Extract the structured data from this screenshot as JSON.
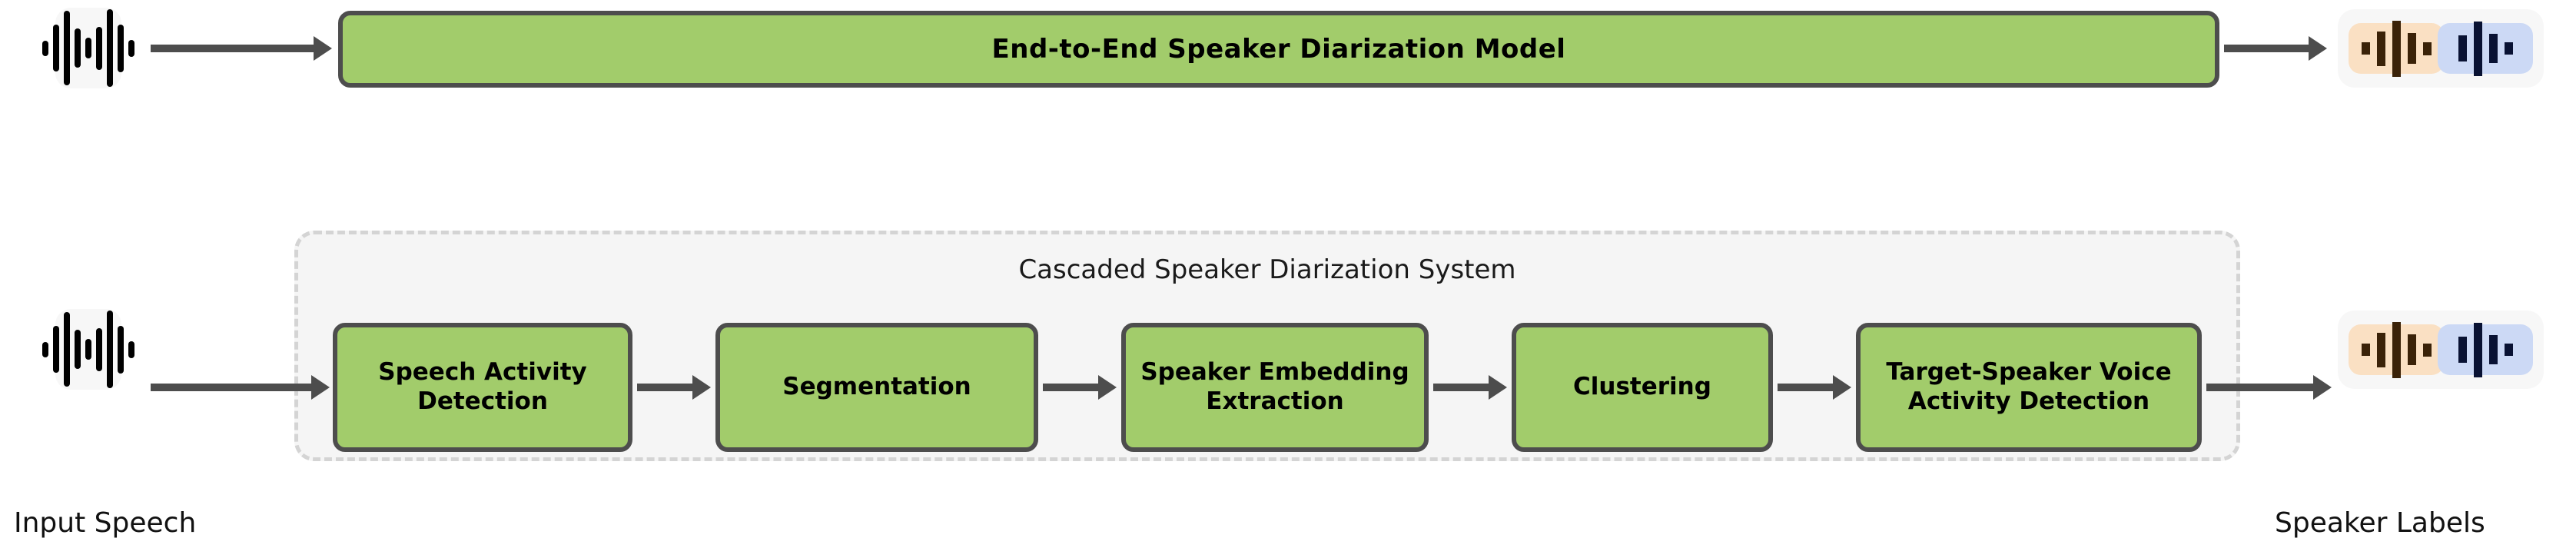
{
  "figure": {
    "background_color": "#ffffff",
    "accent_green": "#a2cc6b",
    "outline_color": "#4d4d4d",
    "group_fill": "#f5f5f5",
    "group_border": "#d4d4d4",
    "speaker_a_color": "#fae0c3",
    "speaker_b_color": "#ccd9f5"
  },
  "top_row": {
    "input_icon_name": "audio-waveform-icon",
    "model_box_label": "End-to-End Speaker Diarization Model",
    "output_icon_name": "speaker-labeled-waveform-icon"
  },
  "cascaded": {
    "group_label": "Cascaded Speaker Diarization System",
    "steps": [
      {
        "label": "Speech Activity Detection"
      },
      {
        "label": "Segmentation"
      },
      {
        "label": "Speaker Embedding Extraction"
      },
      {
        "label": "Clustering"
      },
      {
        "label": "Target-Speaker Voice Activity Detection"
      }
    ]
  },
  "captions": {
    "left": "Input Speech",
    "right": "Speaker Labels"
  },
  "waveform_bars": {
    "input": [
      26,
      78,
      124,
      66,
      34,
      72,
      130,
      80,
      28
    ],
    "speaker_a": [
      30,
      86,
      140,
      76,
      32
    ],
    "speaker_b": [
      66,
      136,
      74,
      30
    ]
  }
}
